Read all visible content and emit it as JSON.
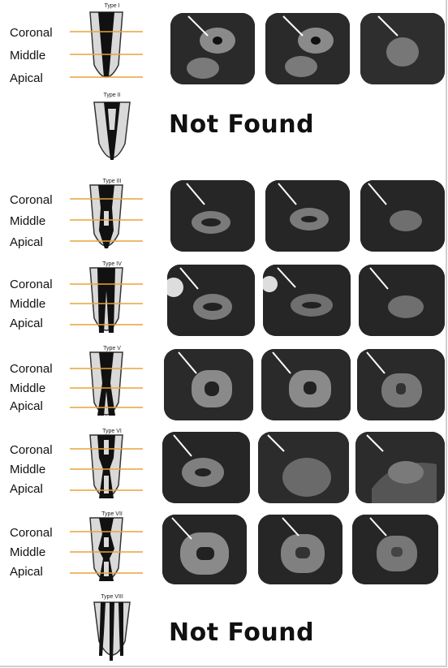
{
  "types": [
    {
      "id": "type-1",
      "title": "Type I",
      "labels": [
        "Coronal",
        "Middle",
        "Apical"
      ],
      "found": true
    },
    {
      "id": "type-2",
      "title": "Type II",
      "labels": [],
      "found": false,
      "status": "Not Found"
    },
    {
      "id": "type-3",
      "title": "Type III",
      "labels": [
        "Coronal",
        "Middle",
        "Apical"
      ],
      "found": true
    },
    {
      "id": "type-4",
      "title": "Type IV",
      "labels": [
        "Coronal",
        "Middle",
        "Apical"
      ],
      "found": true
    },
    {
      "id": "type-5",
      "title": "Type V",
      "labels": [
        "Coronal",
        "Middle",
        "Apical"
      ],
      "found": true
    },
    {
      "id": "type-6",
      "title": "Type VI",
      "labels": [
        "Coronal",
        "Middle",
        "Apical"
      ],
      "found": true
    },
    {
      "id": "type-7",
      "title": "Type VII",
      "labels": [
        "Coronal",
        "Middle",
        "Apical"
      ],
      "found": true
    },
    {
      "id": "type-8",
      "title": "Type VIII",
      "labels": [],
      "found": false,
      "status": "Not Found"
    }
  ],
  "colors": {
    "level_line": "#e8a33c",
    "scan_bg": "#1a1a1a",
    "tooth_fill": "#d9d9d9",
    "canal": "#111111"
  }
}
